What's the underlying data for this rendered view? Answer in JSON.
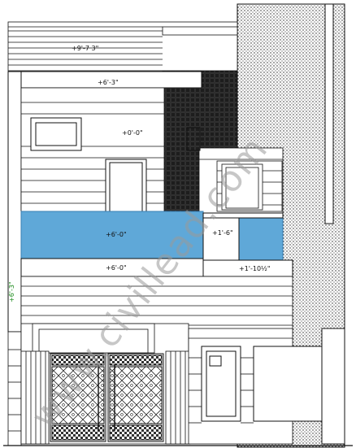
{
  "colors": {
    "line": "#111111",
    "glass": "#5fa8d8",
    "glass_edge": "#3a7fb3",
    "level_text": "#1a8a1a",
    "watermark": "#9a9a9a"
  },
  "levels": {
    "parapet_top": "+9'-7 3\"",
    "roof_slab": "+6'-3\"",
    "window_sill": "+0'-0\"",
    "front_glass": "+6'-0\"",
    "side_glass": "+1'-6\"",
    "balcony_slab": "+6'-0\"",
    "side_balcony": "+1'-10½\"",
    "ground_left": "+6'-3\""
  },
  "watermark": "www.civillead.com"
}
